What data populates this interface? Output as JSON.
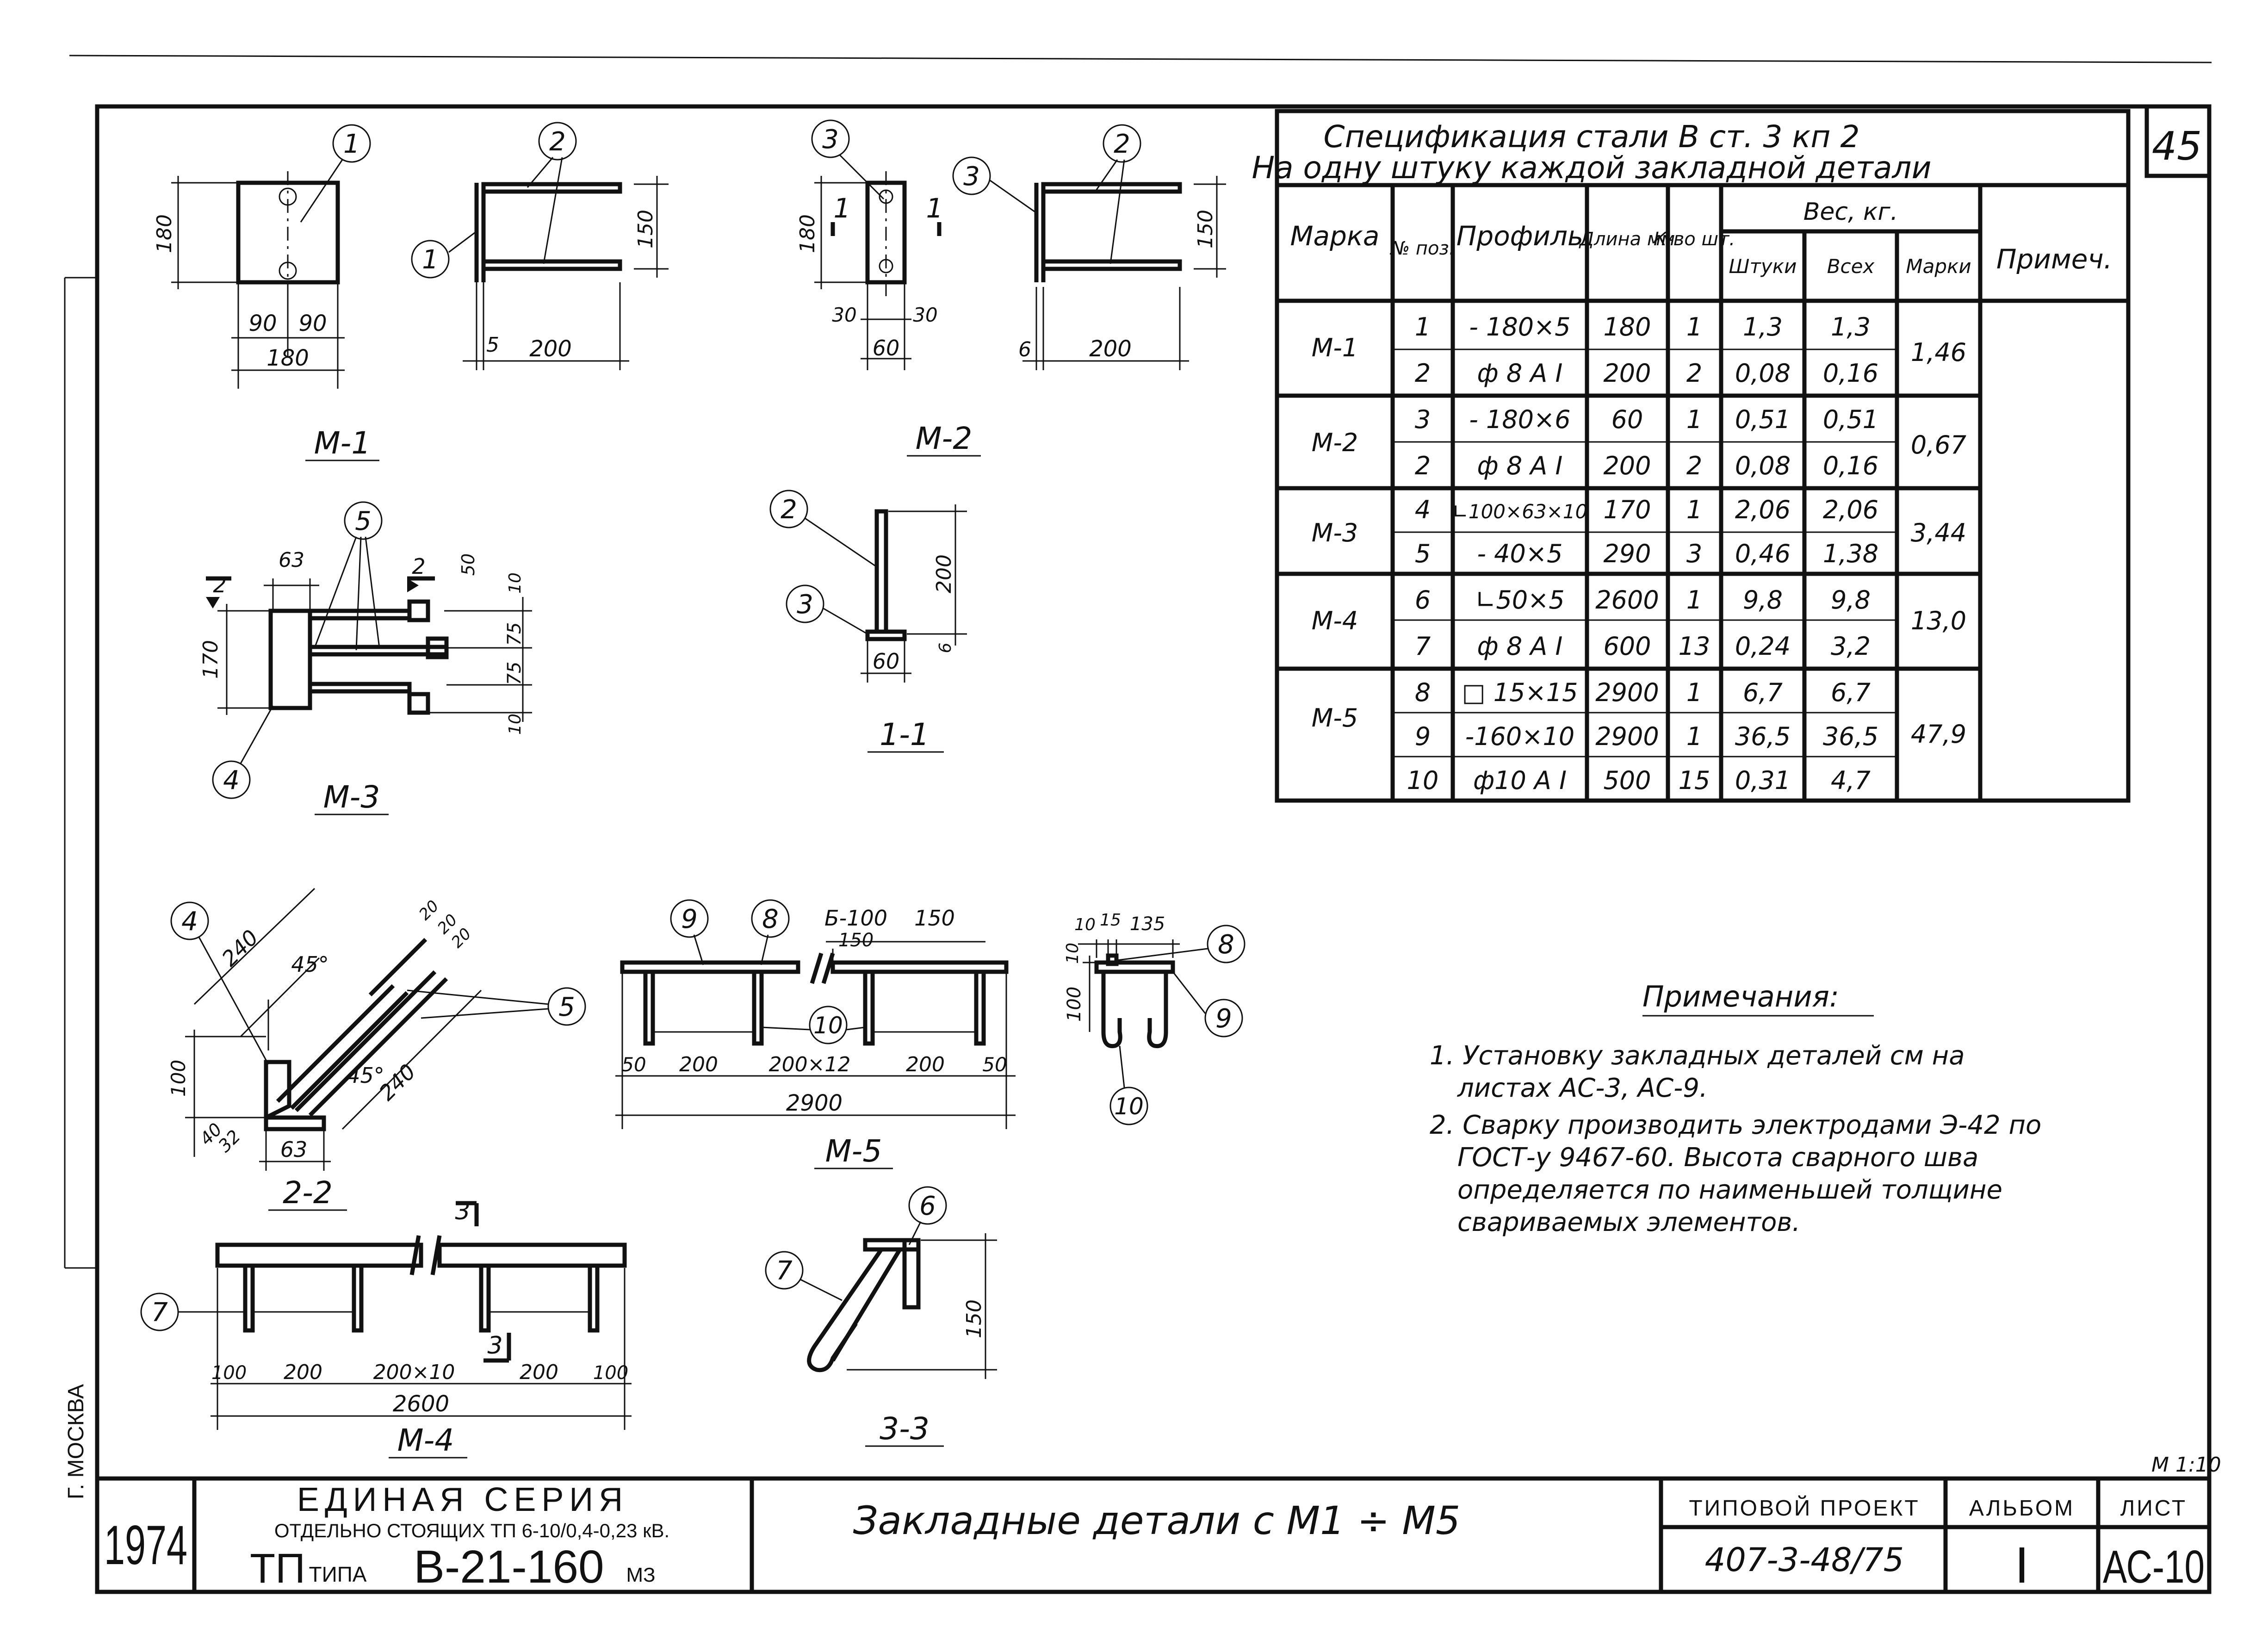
{
  "sheet_number": "45",
  "spec": {
    "title1": "Спецификация стали В ст. 3 кп 2",
    "title2": "На одну штуку каждой закладной детали",
    "headers": {
      "mark": "Марка",
      "pos": "№ поз.",
      "profile": "Профиль",
      "length": "Длина мм",
      "qty": "К-во шт.",
      "weight": "Вес, кг.",
      "w_piece": "Штуки",
      "w_all": "Всех",
      "w_mark": "Марки",
      "note": "Примеч."
    },
    "groups": [
      {
        "mark": "М-1",
        "total": "1,46",
        "rows": [
          {
            "pos": "1",
            "profile": "- 180×5",
            "length": "180",
            "qty": "1",
            "w_piece": "1,3",
            "w_all": "1,3"
          },
          {
            "pos": "2",
            "profile": "ф 8 А I",
            "length": "200",
            "qty": "2",
            "w_piece": "0,08",
            "w_all": "0,16"
          }
        ]
      },
      {
        "mark": "М-2",
        "total": "0,67",
        "rows": [
          {
            "pos": "3",
            "profile": "- 180×6",
            "length": "60",
            "qty": "1",
            "w_piece": "0,51",
            "w_all": "0,51"
          },
          {
            "pos": "2",
            "profile": "ф 8 А I",
            "length": "200",
            "qty": "2",
            "w_piece": "0,08",
            "w_all": "0,16"
          }
        ]
      },
      {
        "mark": "М-3",
        "total": "3,44",
        "rows": [
          {
            "pos": "4",
            "profile": "∟100×63×10",
            "length": "170",
            "qty": "1",
            "w_piece": "2,06",
            "w_all": "2,06"
          },
          {
            "pos": "5",
            "profile": "- 40×5",
            "length": "290",
            "qty": "3",
            "w_piece": "0,46",
            "w_all": "1,38"
          }
        ]
      },
      {
        "mark": "М-4",
        "total": "13,0",
        "rows": [
          {
            "pos": "6",
            "profile": "∟50×5",
            "length": "2600",
            "qty": "1",
            "w_piece": "9,8",
            "w_all": "9,8"
          },
          {
            "pos": "7",
            "profile": "ф 8 А I",
            "length": "600",
            "qty": "13",
            "w_piece": "0,24",
            "w_all": "3,2"
          }
        ]
      },
      {
        "mark": "М-5",
        "total": "47,9",
        "rows": [
          {
            "pos": "8",
            "profile": "□ 15×15",
            "length": "2900",
            "qty": "1",
            "w_piece": "6,7",
            "w_all": "6,7"
          },
          {
            "pos": "9",
            "profile": "-160×10",
            "length": "2900",
            "qty": "1",
            "w_piece": "36,5",
            "w_all": "36,5"
          },
          {
            "pos": "10",
            "profile": "ф10 А I",
            "length": "500",
            "qty": "15",
            "w_piece": "0,31",
            "w_all": "4,7"
          }
        ]
      }
    ]
  },
  "notes": {
    "title": "Примечания:",
    "n1a": "1. Установку закладных деталей см на",
    "n1b": "листах АС-3, АС-9.",
    "n2a": "2. Сварку производить электродами Э-42 по",
    "n2b": "ГОСТ-у 9467-60. Высота сварного шва",
    "n2c": "определяется по наименьшей толщине",
    "n2d": "свариваемых элементов."
  },
  "drawings": {
    "m1": "М-1",
    "m2": "М-2",
    "m3": "М-3",
    "m4": "М-4",
    "m5": "М-5",
    "s11": "1-1",
    "s22": "2-2",
    "s33": "3-3",
    "dims": {
      "d180": "180",
      "d90a": "90",
      "d90b": "90",
      "d180b": "180",
      "d150": "150",
      "d5": "5",
      "d200": "200",
      "d30a": "30",
      "d30b": "30",
      "d60": "60",
      "d6": "6",
      "d200b": "200",
      "d150b": "150",
      "d180c": "180",
      "d63": "63",
      "d50": "50",
      "d10": "10",
      "d170": "170",
      "d75a": "75",
      "d75b": "75",
      "d10b": "10",
      "d200c": "200",
      "d6b": "6",
      "d60b": "60",
      "d240a": "240",
      "d240b": "240",
      "d45a": "45°",
      "d45b": "45°",
      "d100": "100",
      "d40": "40",
      "d32": "32",
      "d63b": "63",
      "d20a": "20",
      "d20b": "20",
      "d20c": "20",
      "b100": "Б-100",
      "d150c": "150",
      "d150d": "150",
      "d50a": "50",
      "d200d": "200",
      "d200x12": "200×12",
      "d200e": "200",
      "d50b": "50",
      "d2900": "2900",
      "d10c": "10",
      "d15": "15",
      "d135": "135",
      "d10d": "10",
      "d100b": "100",
      "d100c": "100",
      "d200f": "200",
      "d200x10": "200×10",
      "d200g": "200",
      "d100d": "100",
      "d2600": "2600",
      "d150e": "150",
      "sec1": "1",
      "sec2": "1",
      "sec3": "2",
      "sec4": "2",
      "sec5": "3",
      "sec6": "3"
    },
    "callouts": {
      "c1a": "1",
      "c1b": "1",
      "c2a": "2",
      "c3a": "3",
      "c3b": "3",
      "c2b": "2",
      "c5a": "5",
      "c4a": "4",
      "c2c": "2",
      "c3c": "3",
      "c4b": "4",
      "c5b": "5",
      "c9": "9",
      "c8a": "8",
      "c10a": "10",
      "c8b": "8",
      "c9b": "9",
      "c10b": "10",
      "c7a": "7",
      "c6": "6",
      "c7b": "7"
    },
    "scale": "М 1:10"
  },
  "side": {
    "city": "Г. МОСКВА"
  },
  "title_block": {
    "year": "1974",
    "series": "ЕДИНАЯ СЕРИЯ",
    "subtitle": "ОТДЕЛЬНО СТОЯЩИХ ТП 6-10/0,4-0,23 кВ.",
    "tp_prefix": "ТП",
    "tp_type": "ТИПА",
    "tp_code": "В-21-160",
    "tp_unit": "МЗ",
    "drawing_title": "Закладные детали с М1 ÷ М5",
    "project_label": "ТИПОВОЙ ПРОЕКТ",
    "project_number": "407-3-48/75",
    "album_label": "АЛЬБОМ",
    "album": "I",
    "sheet_label": "ЛИСТ",
    "sheet": "АС-10"
  }
}
